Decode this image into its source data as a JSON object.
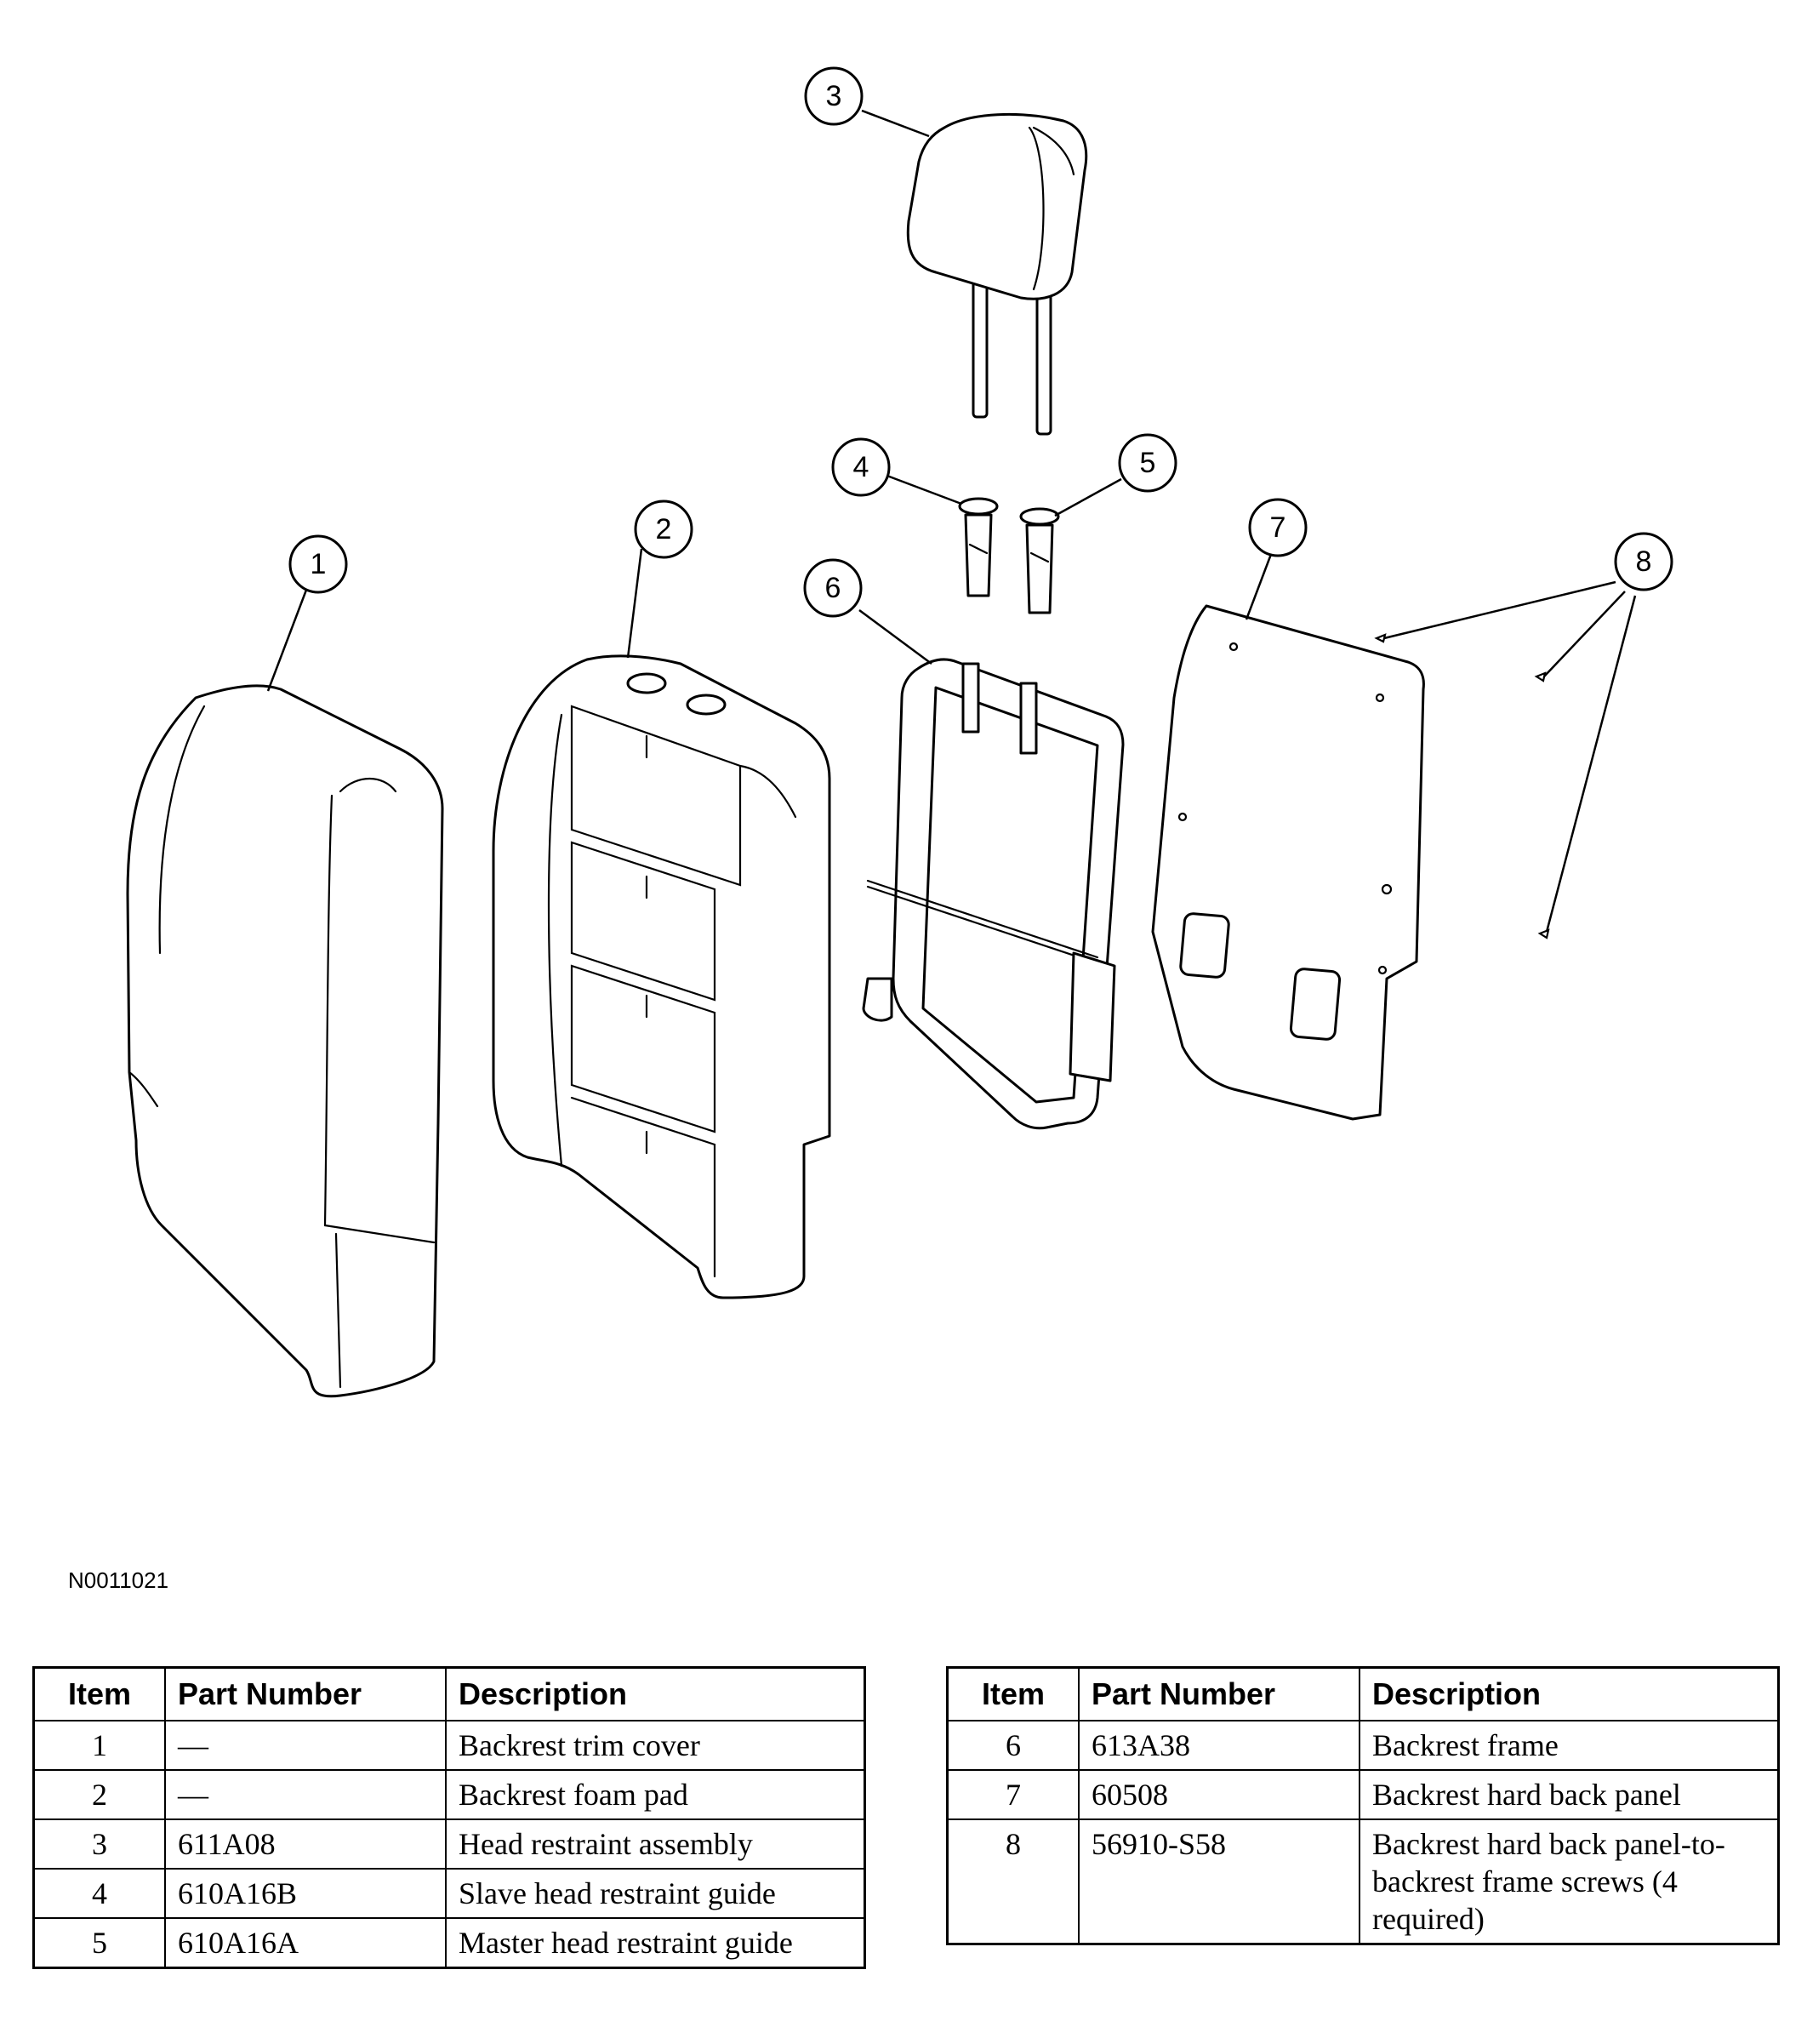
{
  "figure_id": "N0011021",
  "callouts": [
    "1",
    "2",
    "3",
    "4",
    "5",
    "6",
    "7",
    "8"
  ],
  "table_left": {
    "headers": [
      "Item",
      "Part Number",
      "Description"
    ],
    "rows": [
      {
        "item": "1",
        "part": "—",
        "desc": "Backrest trim cover"
      },
      {
        "item": "2",
        "part": "—",
        "desc": "Backrest foam pad"
      },
      {
        "item": "3",
        "part": "611A08",
        "desc": "Head restraint assembly"
      },
      {
        "item": "4",
        "part": "610A16B",
        "desc": "Slave head restraint guide"
      },
      {
        "item": "5",
        "part": "610A16A",
        "desc": "Master head restraint guide"
      }
    ]
  },
  "table_right": {
    "headers": [
      "Item",
      "Part Number",
      "Description"
    ],
    "rows": [
      {
        "item": "6",
        "part": "613A38",
        "desc": "Backrest frame"
      },
      {
        "item": "7",
        "part": "60508",
        "desc": "Backrest hard back panel"
      },
      {
        "item": "8",
        "part": "56910-S58",
        "desc": "Backrest hard back panel-to-backrest frame screws (4 required)"
      }
    ]
  }
}
